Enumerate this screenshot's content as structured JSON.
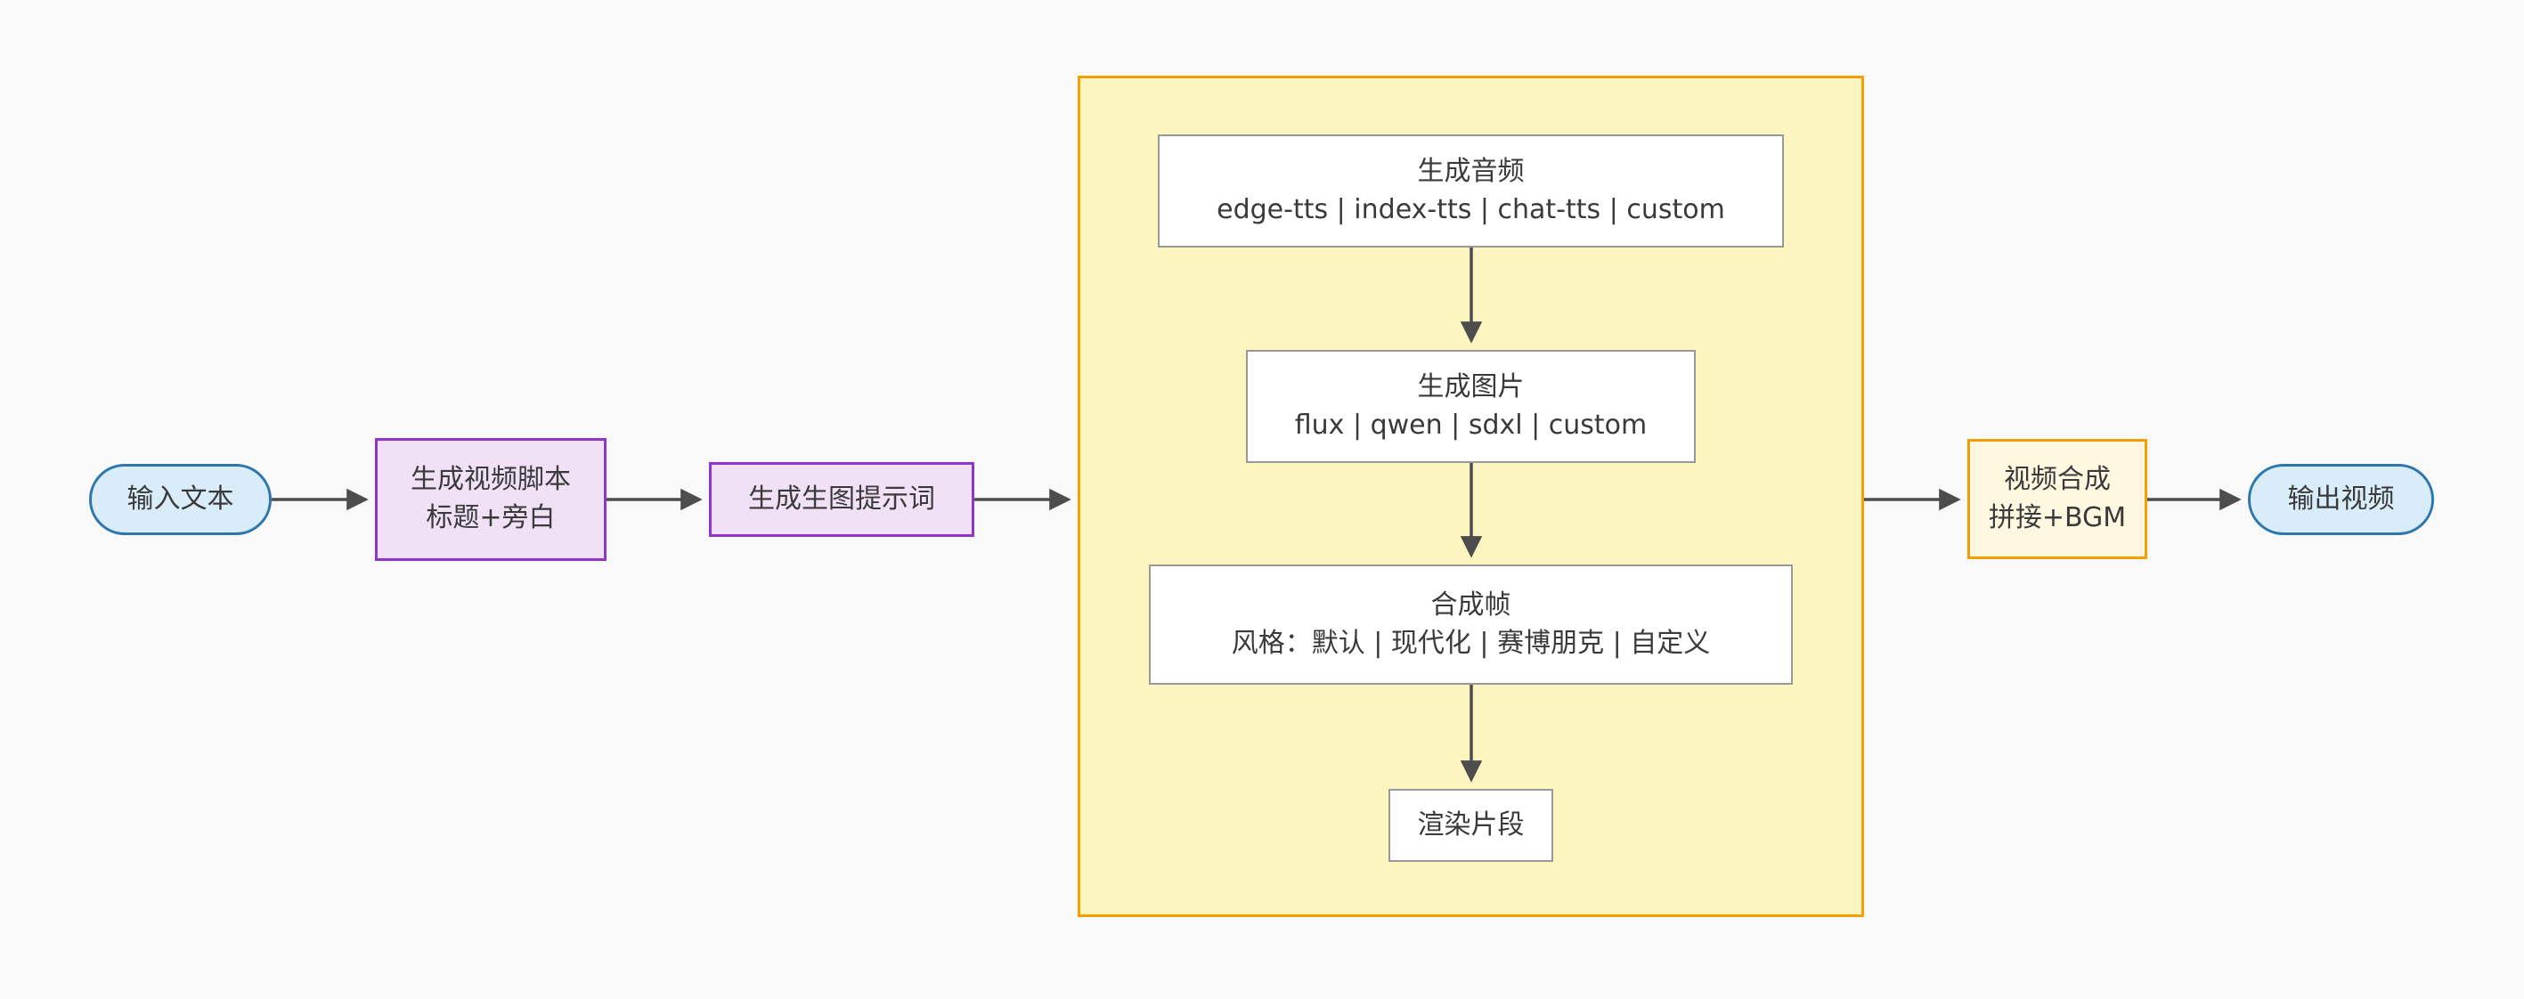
{
  "page": {
    "background": "#f9f9f9"
  },
  "diagram": {
    "type": "flowchart-left-to-right",
    "nodes": {
      "input": {
        "label": "输入文本"
      },
      "script": {
        "title": "生成视频脚本",
        "subtitle": "标题+旁白"
      },
      "prompt": {
        "label": "生成生图提示词"
      },
      "audio": {
        "title": "生成音频",
        "subtitle": "edge-tts | index-tts | chat-tts | custom"
      },
      "image": {
        "title": "生成图片",
        "subtitle": "flux | qwen | sdxl | custom"
      },
      "frames": {
        "title": "合成帧",
        "subtitle": "风格：默认 | 现代化 | 赛博朋克 | 自定义"
      },
      "render": {
        "label": "渲染片段"
      },
      "compose": {
        "title": "视频合成",
        "subtitle": "拼接+BGM"
      },
      "output": {
        "label": "输出视频"
      }
    },
    "colors": {
      "page_bg": "#f9f9f9",
      "pill_fill": "#d9ecf9",
      "pill_border": "#2e77ae",
      "purple_fill": "#f0e1f7",
      "purple_border": "#9035c9",
      "container_fill": "#fdf5c0",
      "container_border": "#f59f00",
      "inner_fill": "#ffffff",
      "inner_border": "#999999",
      "compose_fill": "#fff8e0",
      "compose_border": "#f59f00",
      "arrow": "#4d4d4d",
      "text": "#3a3a3a"
    }
  }
}
